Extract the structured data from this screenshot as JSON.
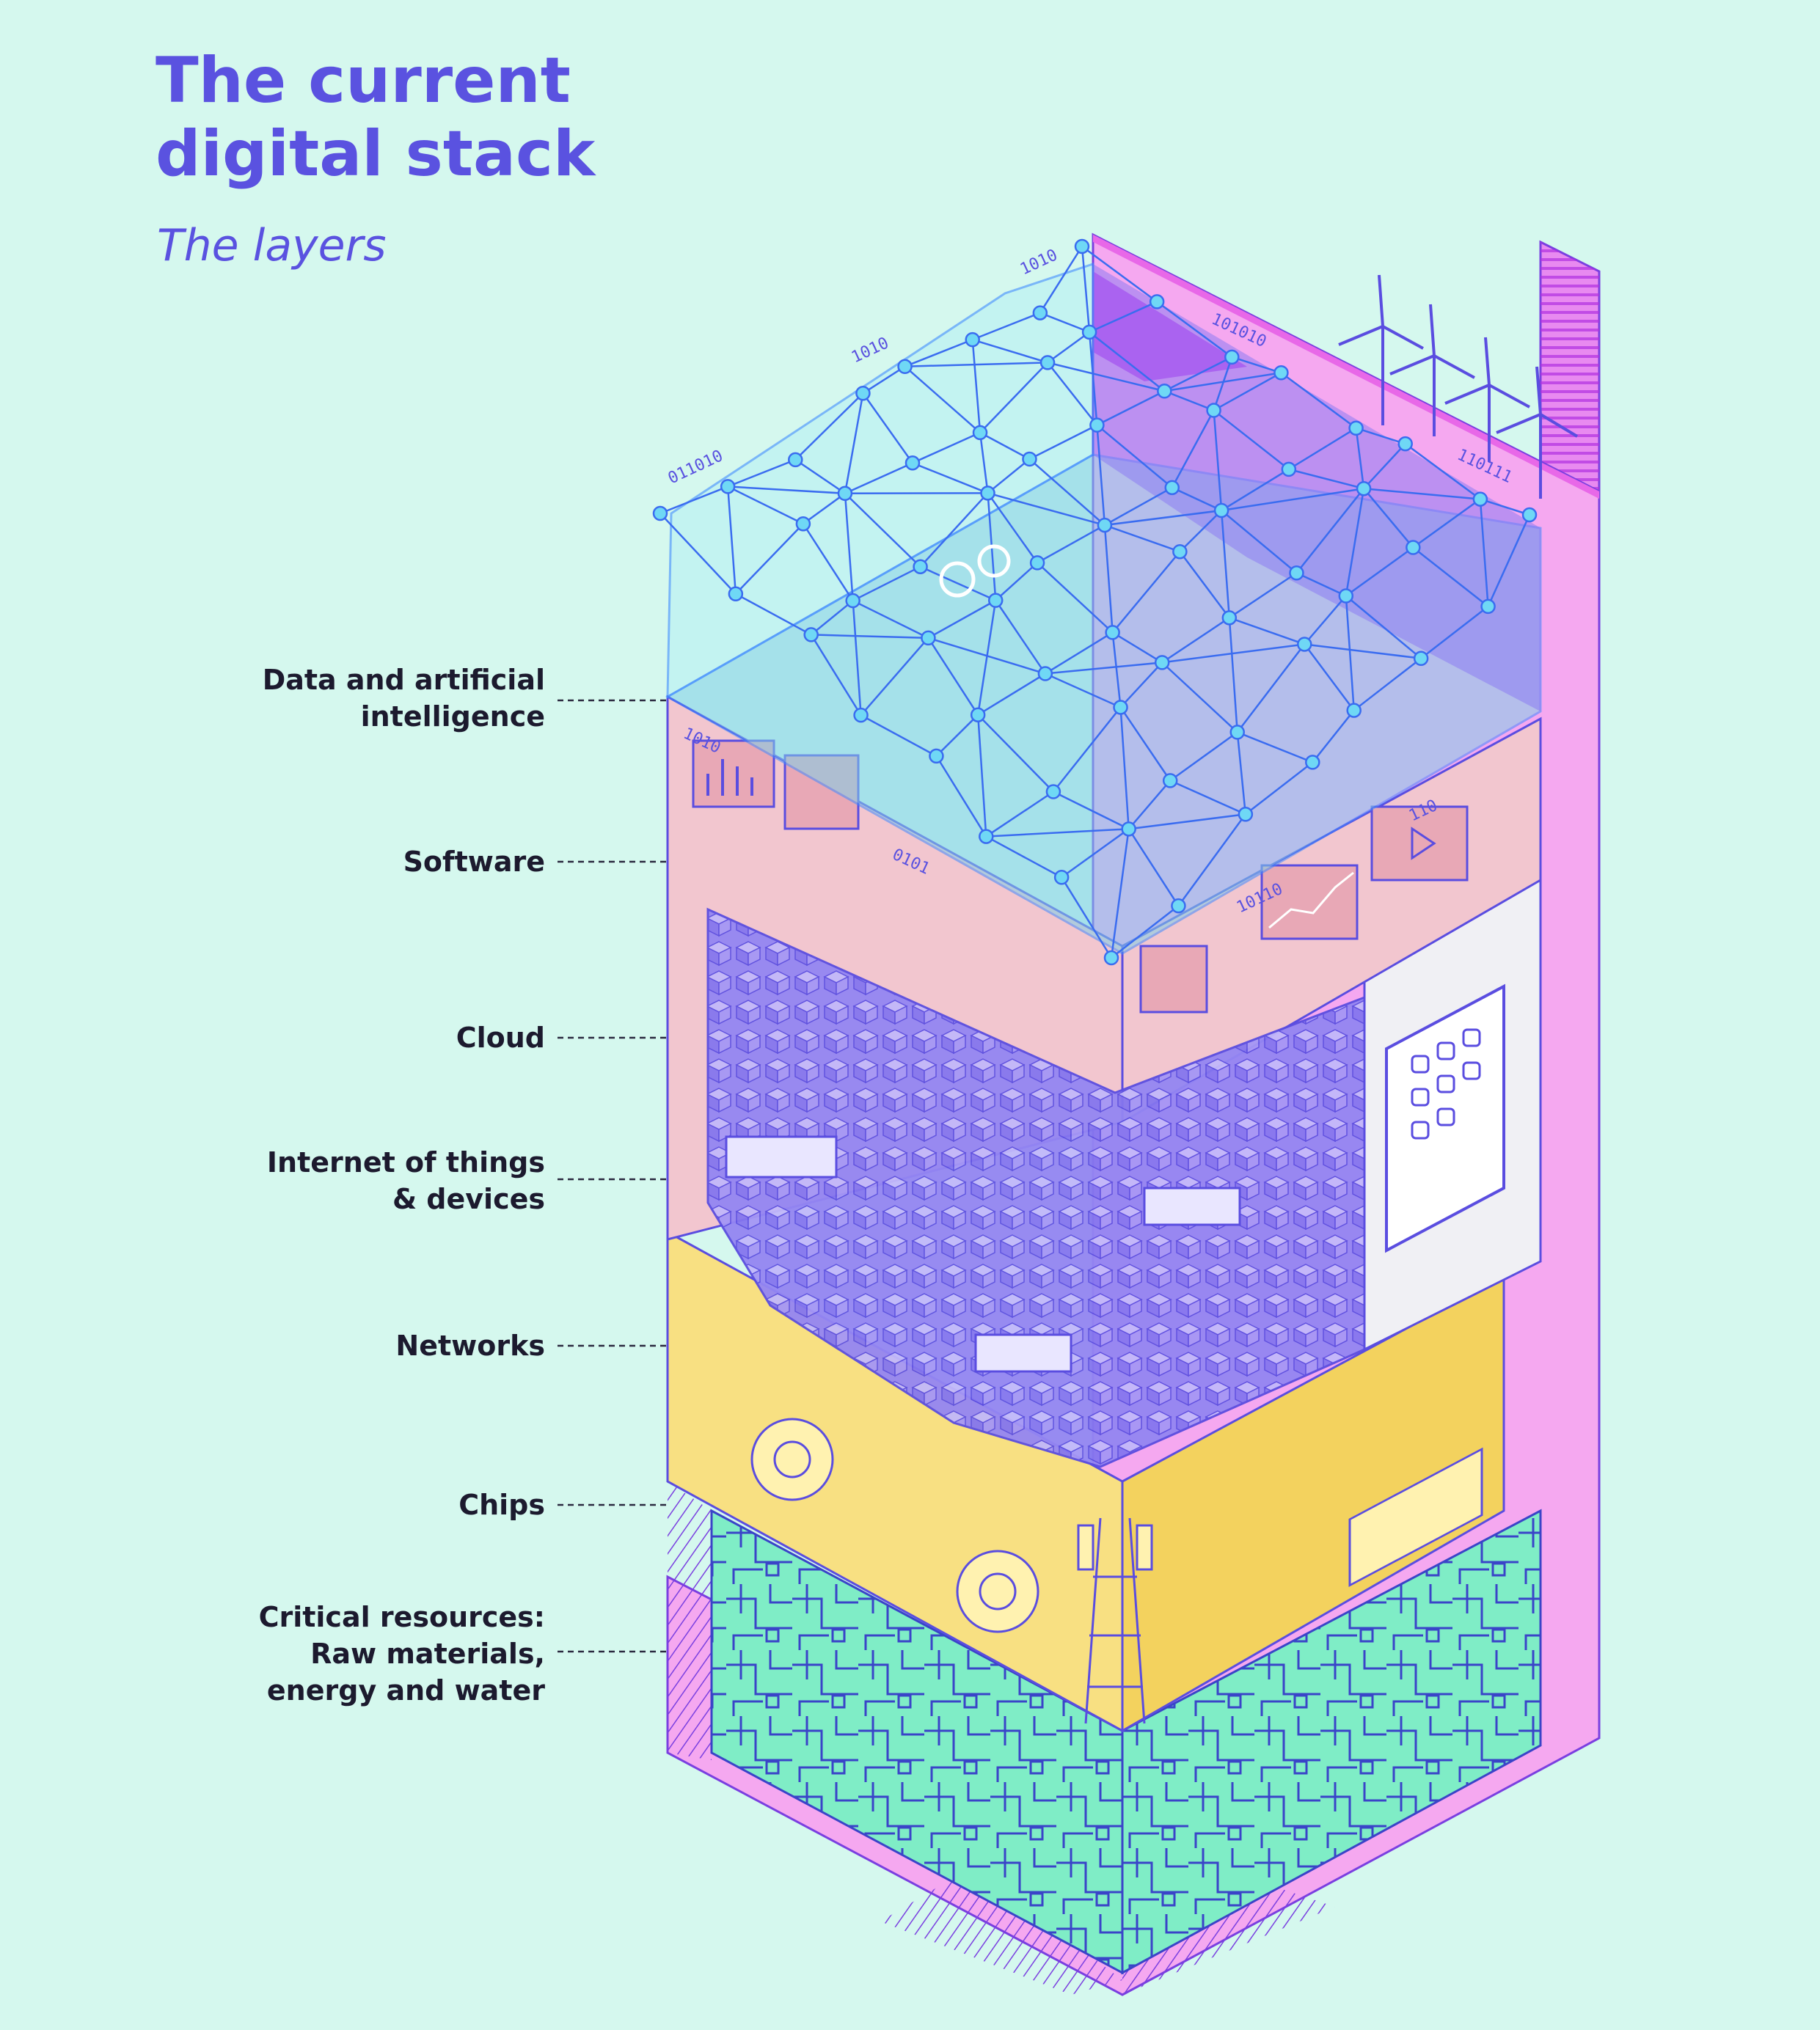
{
  "title": {
    "line1": "The current",
    "line2": "digital stack"
  },
  "subtitle": "The layers",
  "layers": [
    {
      "id": "data-ai",
      "lines": [
        "Data and artificial",
        "intelligence"
      ]
    },
    {
      "id": "software",
      "lines": [
        "Software"
      ]
    },
    {
      "id": "cloud",
      "lines": [
        "Cloud"
      ]
    },
    {
      "id": "iot",
      "lines": [
        "Internet of things",
        "& devices"
      ]
    },
    {
      "id": "networks",
      "lines": [
        "Networks"
      ]
    },
    {
      "id": "chips",
      "lines": [
        "Chips"
      ]
    },
    {
      "id": "resources",
      "lines": [
        "Critical resources:",
        "Raw materials,",
        "energy and water"
      ]
    }
  ],
  "binary_labels": [
    "1010",
    "1010",
    "011010",
    "101010",
    "110111",
    "1010",
    "0101",
    "10110",
    "110"
  ],
  "colors": {
    "background": "#d5f8ee",
    "title": "#5a52e0",
    "label": "#1c1a2e",
    "network_mesh": "#3d8bff",
    "software": "#f2c6cf",
    "cloud": "#8a7cf0",
    "iot": "#f3f3f6",
    "networks": "#f8e082",
    "chips": "#7fedc6",
    "resources": "#f5a8f0"
  }
}
